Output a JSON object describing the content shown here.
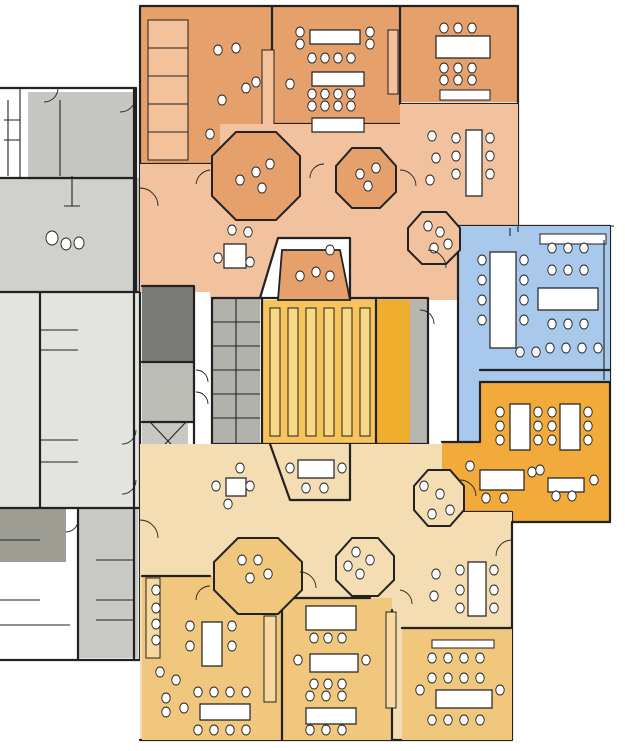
{
  "drawing": {
    "kind": "hand-sketched school floor plan",
    "zones": [
      {
        "id": "north-classrooms",
        "color": "#e6a06b"
      },
      {
        "id": "north-commons",
        "color": "#f2c29f"
      },
      {
        "id": "science-lab",
        "color": "#a8c8ec"
      },
      {
        "id": "central-studio",
        "color": "#f0ae2e"
      },
      {
        "id": "studio-seating",
        "color": "#f6c45a"
      },
      {
        "id": "orange-classroom",
        "color": "#f2ab3a"
      },
      {
        "id": "south-commons",
        "color": "#f4ddb2"
      },
      {
        "id": "south-classrooms",
        "color": "#f0c77c"
      },
      {
        "id": "service-core",
        "color": "#bdbdb8"
      },
      {
        "id": "existing-building",
        "color": "#cfcfcb"
      },
      {
        "id": "existing-building-dark",
        "color": "#9e9e96"
      },
      {
        "id": "restrooms",
        "color": "#b2b2ac"
      },
      {
        "id": "mechanical",
        "color": "#7b7b78"
      }
    ],
    "labels": []
  }
}
